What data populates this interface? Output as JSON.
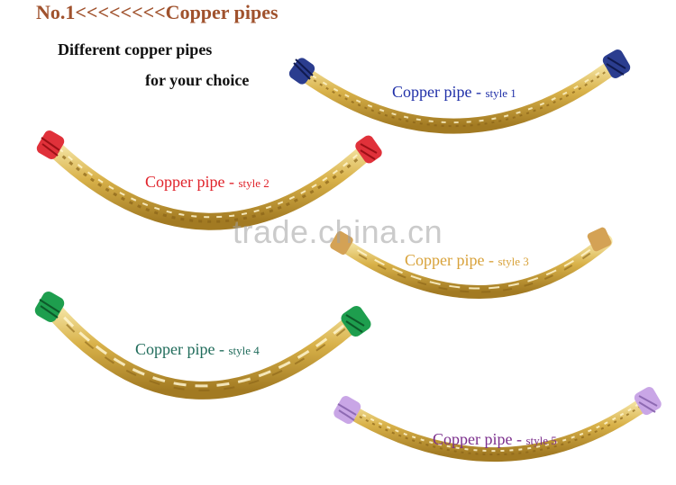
{
  "title": "No.1<<<<<<<<Copper pipes",
  "subtitle_line1": "Different copper pipes",
  "subtitle_line2": "for your choice",
  "watermark": "trade.china.cn",
  "colors": {
    "title": "#a0522d",
    "gold": "#d9b24a",
    "gold_light": "#f6e7a8",
    "gold_dark": "#a27a22"
  },
  "pipes": [
    {
      "label": "Copper pipe - ",
      "style": "style 1",
      "color": "#1f2fa8",
      "end_color": "#2b3d8f"
    },
    {
      "label": "Copper pipe - ",
      "style": "style 2",
      "color": "#e0222a",
      "end_color": "#e0313a"
    },
    {
      "label": "Copper pipe - ",
      "style": "style 3",
      "color": "#d8a23a",
      "end_color": "#d4a255"
    },
    {
      "label": "Copper pipe - ",
      "style": "style 4",
      "color": "#1f6b5a",
      "end_color": "#1e9e4e"
    },
    {
      "label": "Copper pipe - ",
      "style": "style 5",
      "color": "#7b2e8c",
      "end_color": "#c9a6e6"
    }
  ]
}
